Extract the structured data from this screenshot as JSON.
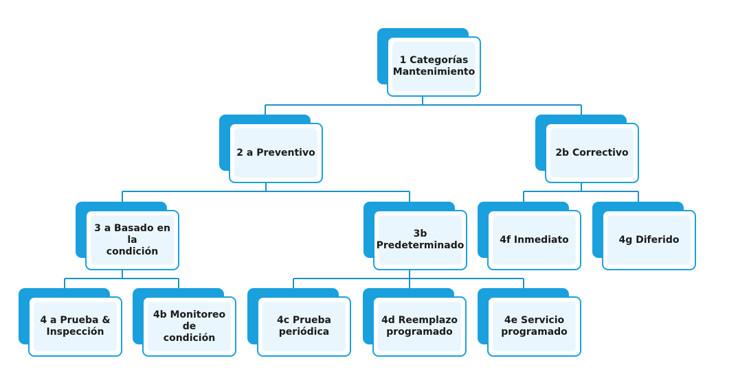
{
  "colors": {
    "accent": "#1aa0dc",
    "box_fill": "#eaf6fd",
    "connector": "#1a90c8"
  },
  "nodes": {
    "root": "1 Categorías\nMantenimiento",
    "preventivo": "2 a Preventivo",
    "correctivo": "2b Correctivo",
    "basado": "3 a Basado en la\ncondición",
    "predeterminado": "3b\nPredeterminado",
    "inmediato": "4f Inmediato",
    "diferido": "4g Diferido",
    "prueba": "4 a Prueba &\nInspección",
    "monitoreo": "4b Monitoreo de\ncondición",
    "periodica": "4c Prueba\nperiódica",
    "reemplazo": "4d Reemplazo\nprogramado",
    "servicio": "4e Servicio\nprogramado"
  }
}
